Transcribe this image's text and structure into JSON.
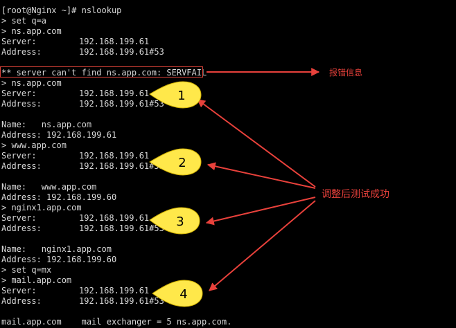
{
  "terminal": {
    "lines": [
      {
        "text": "[root@Nginx ~]# nslookup"
      },
      {
        "text": "> set q=a"
      },
      {
        "text": "> ns.app.com"
      },
      {
        "key": "Server:",
        "val": "192.168.199.61"
      },
      {
        "key": "Address:",
        "val": "192.168.199.61#53"
      },
      {
        "text": ""
      },
      {
        "text": "** server can't find ns.app.com: SERVFAIL"
      },
      {
        "text": "> ns.app.com"
      },
      {
        "key": "Server:",
        "val": "192.168.199.61"
      },
      {
        "key": "Address:",
        "val": "192.168.199.61#53"
      },
      {
        "text": ""
      },
      {
        "text": "Name:   ns.app.com"
      },
      {
        "text": "Address: 192.168.199.61"
      },
      {
        "text": "> www.app.com"
      },
      {
        "key": "Server:",
        "val": "192.168.199.61"
      },
      {
        "key": "Address:",
        "val": "192.168.199.61#53"
      },
      {
        "text": ""
      },
      {
        "text": "Name:   www.app.com"
      },
      {
        "text": "Address: 192.168.199.60"
      },
      {
        "text": "> nginx1.app.com"
      },
      {
        "key": "Server:",
        "val": "192.168.199.61"
      },
      {
        "key": "Address:",
        "val": "192.168.199.61#53"
      },
      {
        "text": ""
      },
      {
        "text": "Name:   nginx1.app.com"
      },
      {
        "text": "Address: 192.168.199.60"
      },
      {
        "text": "> set q=mx"
      },
      {
        "text": "> mail.app.com"
      },
      {
        "key": "Server:",
        "val": "192.168.199.61"
      },
      {
        "key": "Address:",
        "val": "192.168.199.61#53"
      },
      {
        "text": ""
      },
      {
        "text": "mail.app.com    mail exchanger = 5 ns.app.com."
      }
    ]
  },
  "annotations": {
    "error_label": "报错信息",
    "success_label": "调整后测试成功",
    "markers": [
      "1",
      "2",
      "3",
      "4"
    ]
  },
  "colors": {
    "background": "#000000",
    "text": "#d8d8d8",
    "annotation_red": "#e8413b",
    "marker_yellow": "#ffe84a"
  }
}
